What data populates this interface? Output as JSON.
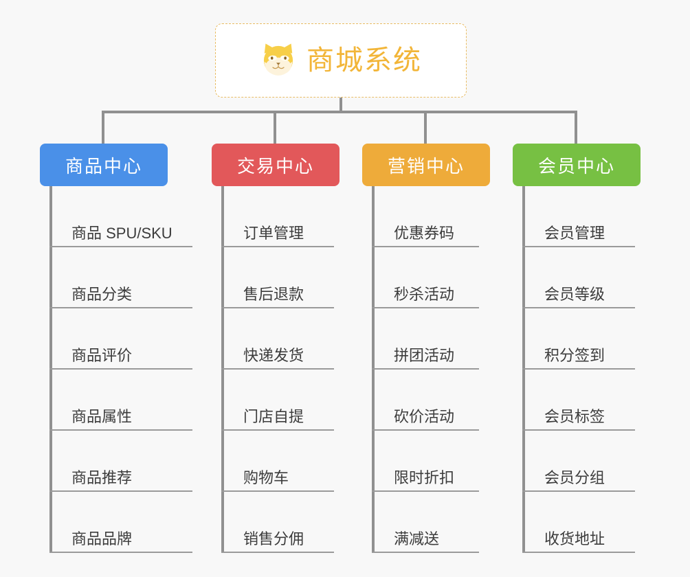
{
  "diagram": {
    "background_color": "#f8f8f8",
    "connector_color": "#909090",
    "root": {
      "title": "商城系统",
      "icon": "shiba-dog-icon",
      "text_color": "#f2b538",
      "border_color": "#e8bb62",
      "background_color": "#ffffff"
    },
    "columns": [
      {
        "title": "商品中心",
        "color": "#4a90e8",
        "leaf_width": 208,
        "leaves": [
          "商品 SPU/SKU",
          "商品分类",
          "商品评价",
          "商品属性",
          "商品推荐",
          "商品品牌"
        ]
      },
      {
        "title": "交易中心",
        "color": "#e2585a",
        "leaf_width": 164,
        "leaves": [
          "订单管理",
          "售后退款",
          "快递发货",
          "门店自提",
          "购物车",
          "销售分佣"
        ]
      },
      {
        "title": "营销中心",
        "color": "#eeab3a",
        "leaf_width": 156,
        "leaves": [
          "优惠券码",
          "秒杀活动",
          "拼团活动",
          "砍价活动",
          "限时折扣",
          "满减送"
        ]
      },
      {
        "title": "会员中心",
        "color": "#77c043",
        "leaf_width": 164,
        "leaves": [
          "会员管理",
          "会员等级",
          "积分签到",
          "会员标签",
          "会员分组",
          "收货地址"
        ]
      }
    ]
  }
}
